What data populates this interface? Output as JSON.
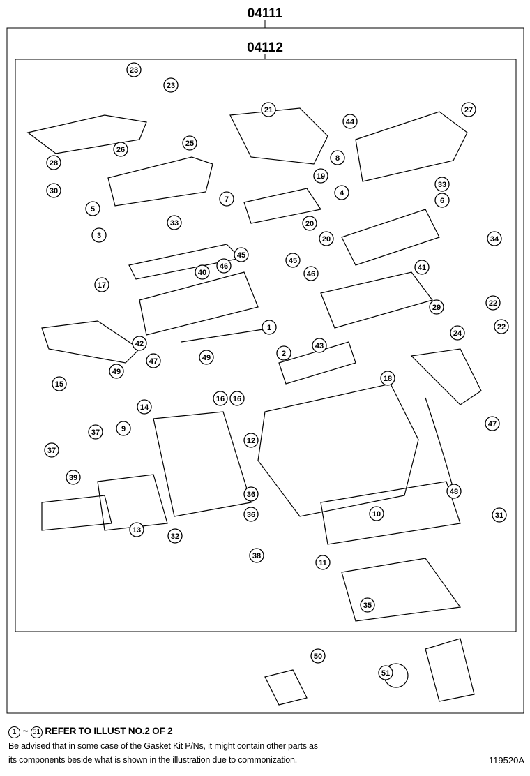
{
  "headers": {
    "outer_kit": "04111",
    "inner_kit": "04112"
  },
  "callouts": [
    "23",
    "23",
    "21",
    "44",
    "27",
    "26",
    "25",
    "8",
    "28",
    "19",
    "30",
    "4",
    "33",
    "7",
    "5",
    "6",
    "33",
    "20",
    "3",
    "20",
    "34",
    "45",
    "45",
    "46",
    "46",
    "40",
    "41",
    "17",
    "1",
    "42",
    "43",
    "29",
    "22",
    "24",
    "22",
    "2",
    "18",
    "47",
    "49",
    "49",
    "16",
    "16",
    "15",
    "14",
    "47",
    "9",
    "37",
    "37",
    "12",
    "39",
    "48",
    "13",
    "32",
    "36",
    "36",
    "10",
    "31",
    "38",
    "11",
    "35",
    "50",
    "51"
  ],
  "footer": {
    "range_start": "1",
    "range_sep": "~",
    "range_end": "51",
    "refer_text": "REFER TO ILLUST NO.2 OF 2",
    "note_line1": "Be advised that in some case of the Gasket Kit P/Ns,  it might contain other parts as",
    "note_line2": "its components beside what is shown in the illustration due to commonization.",
    "illustration_id": "119520A"
  }
}
